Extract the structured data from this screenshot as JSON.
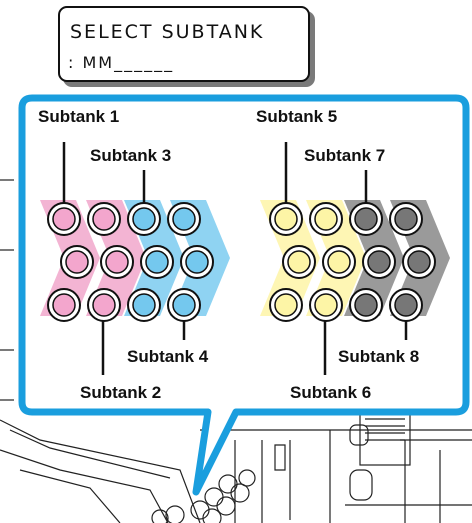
{
  "lcd": {
    "line1": "SELECT SUBTANK",
    "line2": ": MM______"
  },
  "labels": {
    "subtank1": "Subtank 1",
    "subtank2": "Subtank 2",
    "subtank3": "Subtank 3",
    "subtank4": "Subtank 4",
    "subtank5": "Subtank 5",
    "subtank6": "Subtank 6",
    "subtank7": "Subtank 7",
    "subtank8": "Subtank 8"
  },
  "colors": {
    "frame": "#1a9ede",
    "magenta": "#f3a6cd",
    "magenta_chevron": "#f3b4d3",
    "cyan": "#74c8ee",
    "cyan_chevron": "#8fd3f2",
    "yellow": "#fdf5a6",
    "yellow_chevron": "#fef6b4",
    "gray": "#777777",
    "gray_chevron": "#9a9a9a"
  }
}
